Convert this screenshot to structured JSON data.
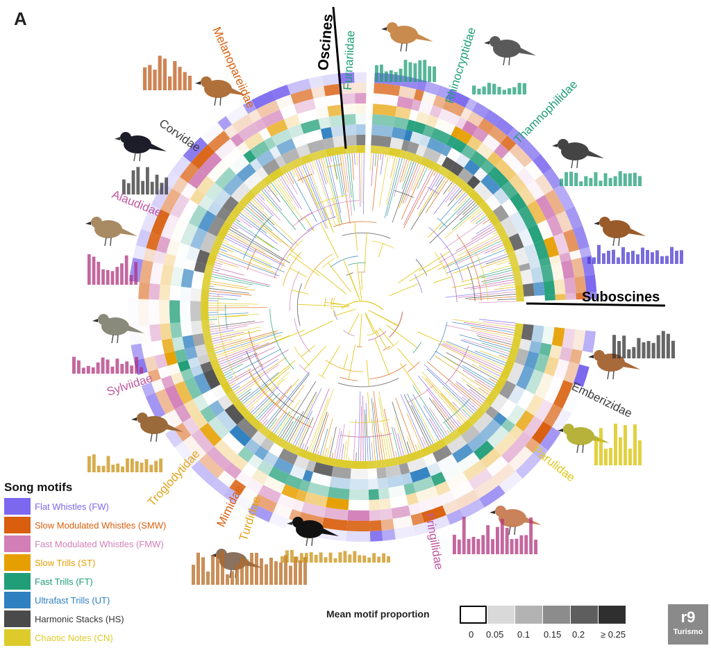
{
  "panel_label": "A",
  "clade_labels": {
    "oscines": "Oscines",
    "suboscines": "Suboscines"
  },
  "families": [
    {
      "name": "Furnariidae",
      "color": "#1f9e77"
    },
    {
      "name": "Rhinocryptidae",
      "color": "#1f9e77"
    },
    {
      "name": "Thamnophilidae",
      "color": "#1f9e77"
    },
    {
      "name": "Melanopareiidae",
      "color": "#d95f0e"
    },
    {
      "name": "Corvidae",
      "color": "#3a3a3a"
    },
    {
      "name": "Alaudidae",
      "color": "#c0579e"
    },
    {
      "name": "Sylviidae",
      "color": "#c0579e"
    },
    {
      "name": "Troglodytidae",
      "color": "#e3a31a"
    },
    {
      "name": "Mimidae",
      "color": "#d95f0e"
    },
    {
      "name": "Turdidae",
      "color": "#e3a31a"
    },
    {
      "name": "Fringillidae",
      "color": "#c0579e"
    },
    {
      "name": "Parulidae",
      "color": "#e3c81a"
    },
    {
      "name": "Emberizidae",
      "color": "#3a3a3a"
    }
  ],
  "legend": {
    "title": "Song motifs",
    "items": [
      {
        "label": "Flat Whistles (FW)",
        "color": "#7b68ee"
      },
      {
        "label": "Slow Modulated Whistles (SMW)",
        "color": "#d95f0e"
      },
      {
        "label": "Fast Modulated Whistles (FMW)",
        "color": "#d27fb8"
      },
      {
        "label": "Slow Trills (ST)",
        "color": "#e69f00"
      },
      {
        "label": "Fast Trills (FT)",
        "color": "#1f9e77"
      },
      {
        "label": "Ultrafast Trills (UT)",
        "color": "#2f80c0"
      },
      {
        "label": "Harmonic Stacks (HS)",
        "color": "#4a4a4a"
      },
      {
        "label": "Chaotic Notes (CN)",
        "color": "#dccb2a"
      }
    ]
  },
  "scale": {
    "title": "Mean motif proportion",
    "ticks": [
      "0",
      "0.05",
      "0.1",
      "0.15",
      "0.2",
      "≥ 0.25"
    ],
    "colors": [
      "#ffffff",
      "#d9d9d9",
      "#b3b3b3",
      "#8c8c8c",
      "#5e5e5e",
      "#2f2f2f"
    ]
  },
  "watermark": {
    "big": "r9",
    "small": "Turismo"
  }
}
